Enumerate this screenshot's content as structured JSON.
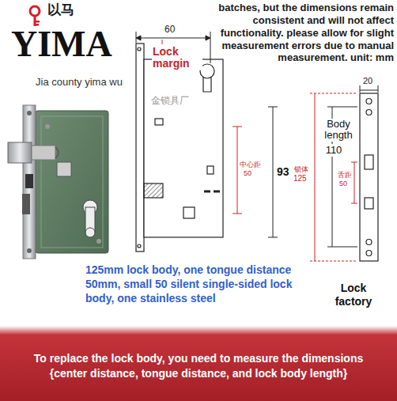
{
  "diagram": {
    "nodes": [
      {
        "text": [
          "To replace the lock body, you need to measure the dimensions {center distance, tongue distance, and lock body length}"
        ]
      }
    ],
    "labels": [
      "batches, but the dimensions remain consistent and will not affect functionality. please allow for slight measurement errors due to manual measurement. unit: mm",
      "以马",
      "YIMA",
      "Jia county yima wu",
      "金锁具厂",
      "60",
      "Lock margin",
      "93",
      "中心距",
      "50",
      "锁体",
      "125",
      "舌距",
      "50",
      "Body length",
      "110",
      "20",
      "125mm lock body, one tongue distance 50mm, small 50 silent single-sided lock body, one stainless steel",
      "Lock factory"
    ]
  }
}
